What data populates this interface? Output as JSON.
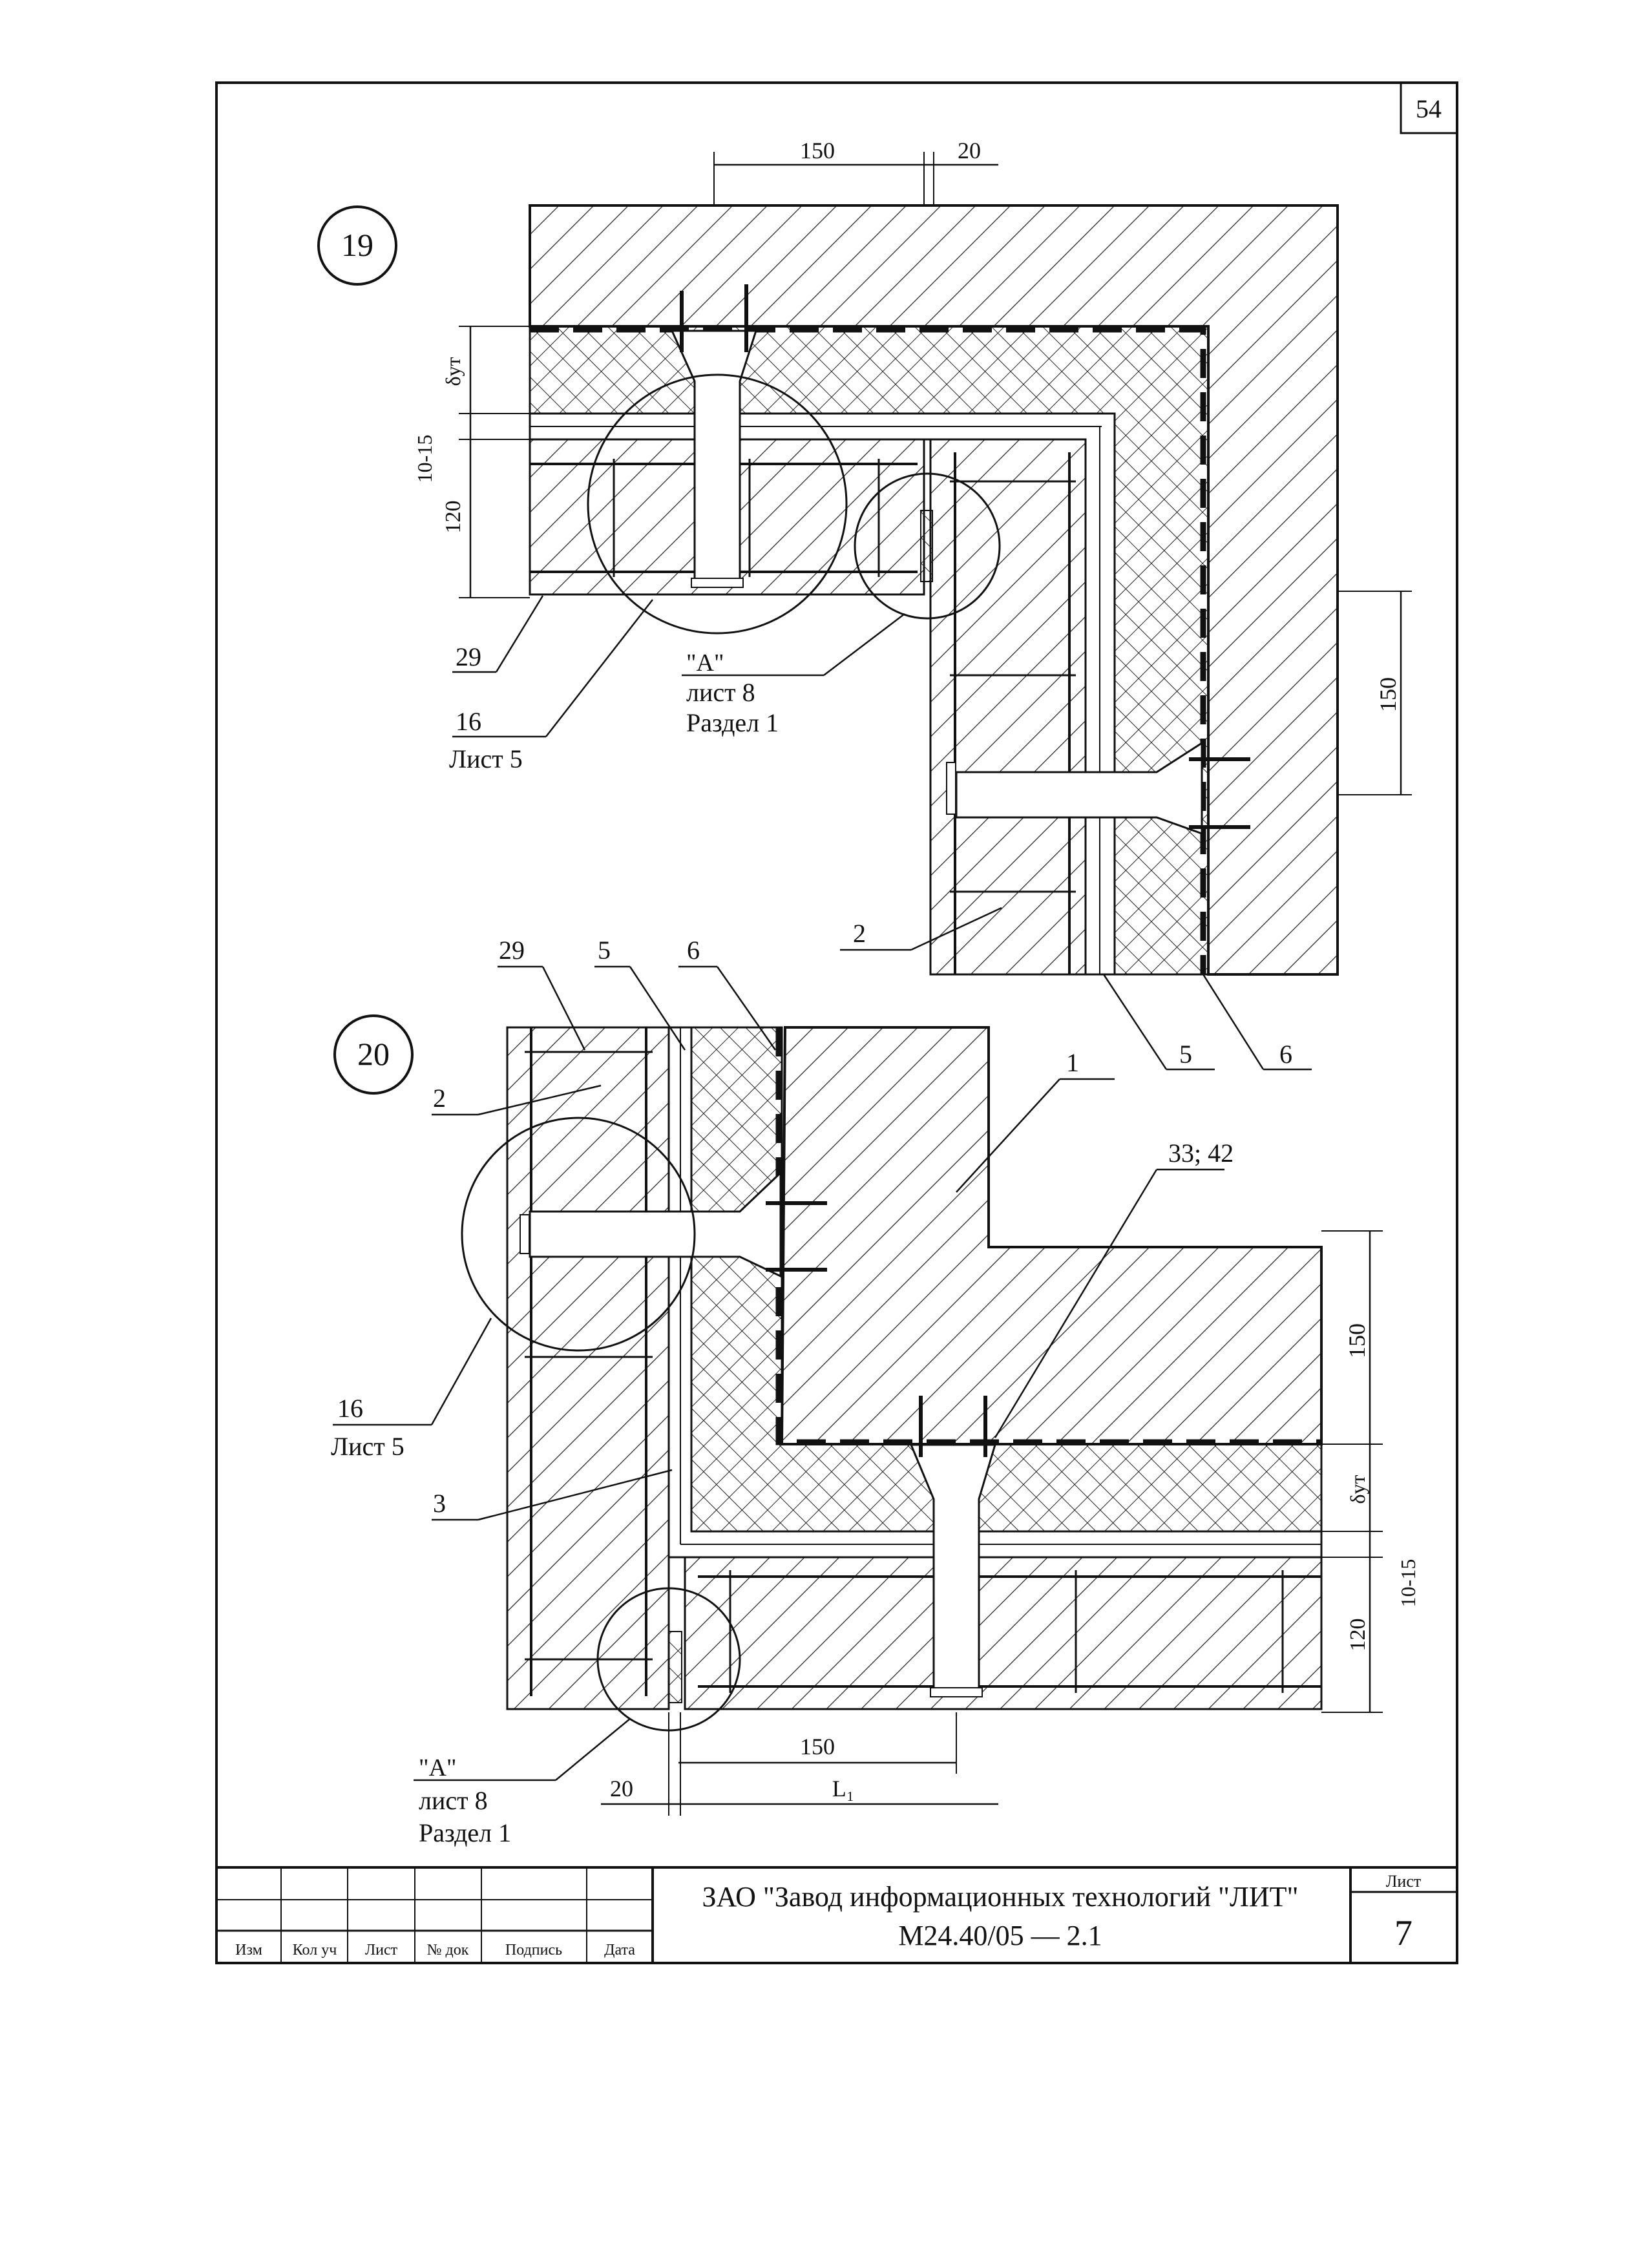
{
  "page_number": "54",
  "detail19": {
    "number": "19",
    "dims": {
      "top_a": "150",
      "top_b": "20",
      "left_ins": "δут",
      "left_gap": "10-15",
      "left_panel": "120",
      "right": "150"
    },
    "labels": {
      "l29": "29",
      "l16_a": "16",
      "l16_b": "Лист 5",
      "la_a": "\"A\"",
      "la_b": "лист 8",
      "la_c": "Раздел 1",
      "l2": "2",
      "l5": "5",
      "l6": "6"
    }
  },
  "detail20": {
    "number": "20",
    "dims": {
      "right_a": "150",
      "right_ins": "δут",
      "right_gap": "10-15",
      "right_panel": "120",
      "bottom_150": "150",
      "bottom_20": "20",
      "bottom_l1": "L₁"
    },
    "labels": {
      "l29": "29",
      "l5": "5",
      "l6": "6",
      "l2": "2",
      "l1": "1",
      "l3342": "33; 42",
      "l16_a": "16",
      "l16_b": "Лист 5",
      "l3": "3",
      "la_a": "\"A\"",
      "la_b": "лист 8",
      "la_c": "Раздел 1"
    }
  },
  "title_block": {
    "col_headers": [
      "Изм",
      "Кол уч",
      "Лист",
      "№ док",
      "Подпись",
      "Дата"
    ],
    "company": "ЗАО \"Завод информационных технологий \"ЛИТ\"",
    "code": "М24.40/05 — 2.1",
    "sheet_label": "Лист",
    "sheet_number": "7"
  }
}
